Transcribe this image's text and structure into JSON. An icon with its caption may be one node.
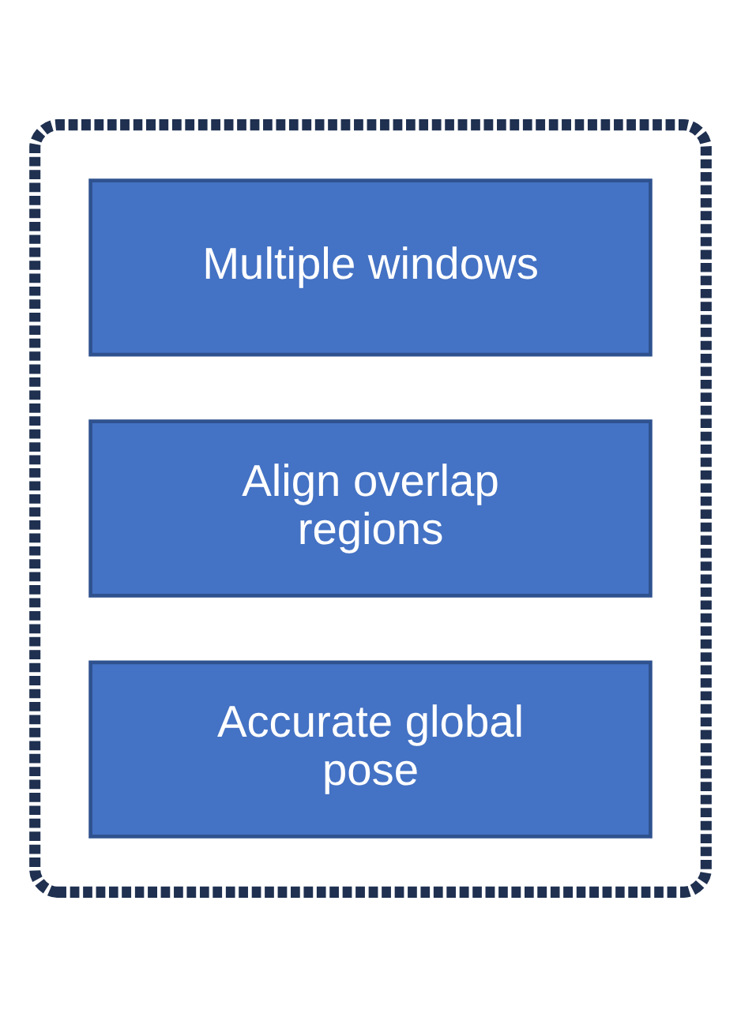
{
  "diagram": {
    "nodes": [
      {
        "text": [],
        "shape": "box"
      },
      {
        "text": [
          "Multiple windows"
        ],
        "in": 0
      },
      {
        "text": [
          "Align overlap regions"
        ],
        "in": 0
      },
      {
        "text": [
          "Accurate global pose"
        ],
        "in": 0
      }
    ]
  }
}
